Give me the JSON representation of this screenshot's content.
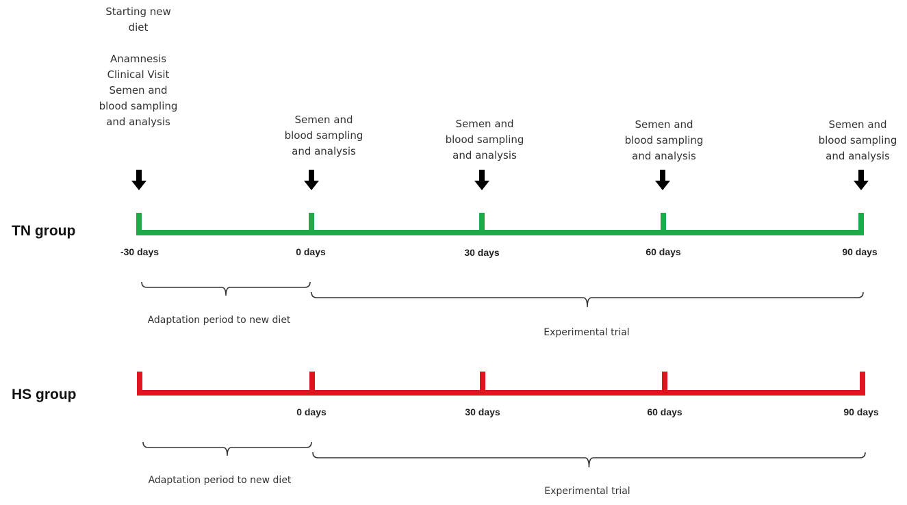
{
  "top_note": {
    "line1": "Starting new",
    "line2": "diet",
    "line3": "Anamnesis",
    "line4": "Clinical Visit",
    "line5": "Semen and",
    "line6": "blood sampling",
    "line7": "and analysis"
  },
  "sampling_note": {
    "line1": "Semen and",
    "line2": "blood sampling",
    "line3": "and analysis"
  },
  "groups": [
    {
      "name": "TN group",
      "color": "#1faa4a",
      "ticks": [
        "-30 days",
        "0 days",
        "30 days",
        "60 days",
        "90 days"
      ],
      "adaptation_label": "Adaptation period to new diet",
      "trial_label": "Experimental trial"
    },
    {
      "name": "HS group",
      "color": "#e0141e",
      "ticks": [
        "",
        "0 days",
        "30 days",
        "60 days",
        "90 days"
      ],
      "adaptation_label": "Adaptation period to new diet",
      "trial_label": "Experimental trial"
    }
  ],
  "arrow_color": "#000000",
  "brace_color": "#333333"
}
